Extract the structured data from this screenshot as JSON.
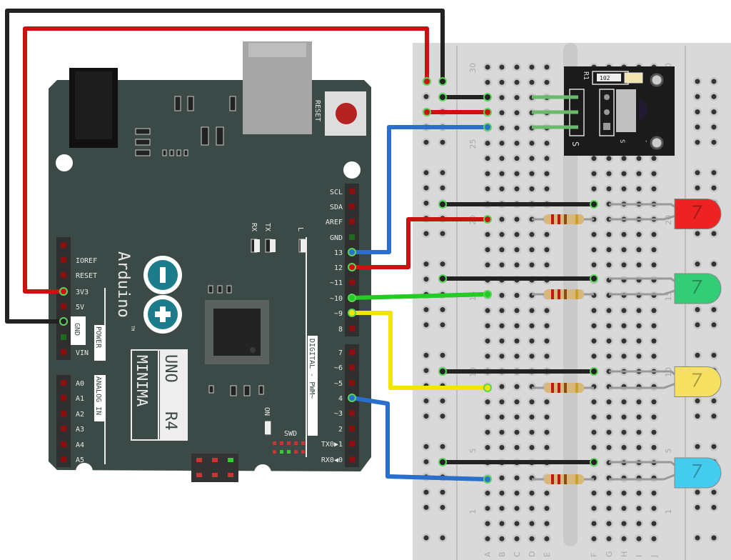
{
  "board": {
    "brand": "Arduino",
    "trademark": "TM",
    "model_line1": "UNO",
    "model_line2": "R4",
    "model_line3": "MINIMA",
    "reset_label": "RESET",
    "rx_label": "RX",
    "tx_label": "TX",
    "l_label": "L",
    "on_label": "ON",
    "swd_label": "SWD",
    "digital_label": "DIGITAL - PWM~",
    "power_label": "POWER",
    "analog_label": "ANALOG IN",
    "gnd_box_label": "GND",
    "right_header": [
      "SCL",
      "SDA",
      "AREF",
      "GND",
      "13",
      "12",
      "~11",
      "~10",
      "~9",
      "8",
      "7",
      "~6",
      "~5",
      "4",
      "~3",
      "2",
      "TX0▶1",
      "RX0◀0"
    ],
    "left_power": [
      "",
      "IOREF",
      "RESET",
      "3V3",
      "5V",
      "",
      "",
      "VIN"
    ],
    "left_analog": [
      "A0",
      "A1",
      "A2",
      "A3",
      "A4",
      "A5"
    ]
  },
  "breadboard": {
    "row_labels": [
      "30",
      "25",
      "20",
      "15",
      "10",
      "5",
      "1"
    ],
    "column_letters_left": [
      "A",
      "B",
      "C",
      "D",
      "E"
    ],
    "column_letters_right": [
      "F",
      "G",
      "H",
      "I",
      "J"
    ]
  },
  "ir_module": {
    "resistor_label": "R1",
    "resistor_code": "102",
    "signal_label": "S",
    "pin_label_s": "S",
    "pin_label_minus": "-"
  },
  "colors": {
    "board": "#3c4a47",
    "breadboard": "#d9d9d9",
    "wire_red": "#cc1111",
    "wire_black": "#222222",
    "wire_blue": "#2b6fcc",
    "wire_green": "#22cc22",
    "wire_yellow": "#f2e600",
    "led_red": "#ee2222",
    "led_green": "#33cc77",
    "led_yellow": "#f5e060",
    "led_blue": "#44ccee",
    "logo": "#1c7c8c"
  },
  "leds": [
    {
      "color": "red"
    },
    {
      "color": "green"
    },
    {
      "color": "yellow"
    },
    {
      "color": "blue"
    }
  ]
}
